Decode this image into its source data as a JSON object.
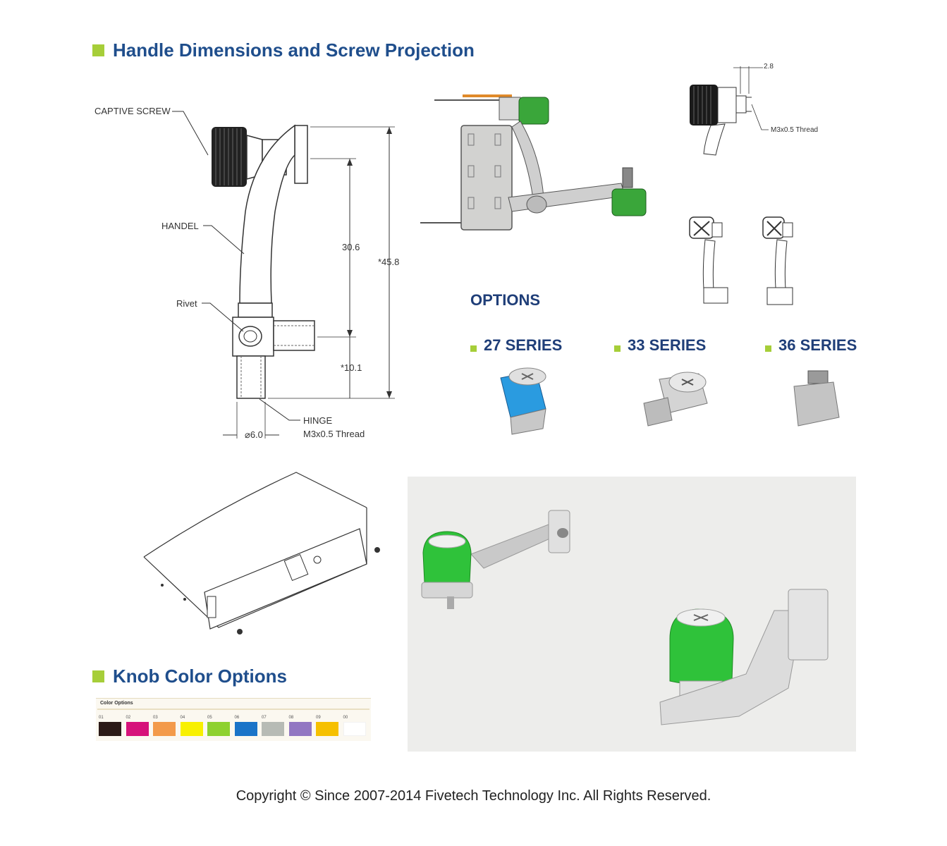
{
  "section1": {
    "title": "Handle Dimensions and Screw Projection"
  },
  "drawing": {
    "captive_screw": "CAPTIVE SCREW",
    "handel": "HANDEL",
    "rivet": "Rivet",
    "hinge": "HINGE",
    "hinge_thread": "M3x0.5 Thread",
    "dim_30_6": "30.6",
    "dim_45_8": "*45.8",
    "dim_10_1": "*10.1",
    "dim_6_0": "⌀6.0",
    "dim_2_8": "2.8",
    "thread_callout": "M3x0.5 Thread"
  },
  "options": {
    "heading": "OPTIONS",
    "series": [
      {
        "label": "27 SERIES",
        "color": "#2a9be0"
      },
      {
        "label": "33 SERIES",
        "color": "#c8c8c8"
      },
      {
        "label": "36 SERIES",
        "color": "#b8b8b8"
      }
    ]
  },
  "section2": {
    "title": "Knob Color Options"
  },
  "color_options": {
    "title": "Color Options",
    "swatches": [
      {
        "code": "01",
        "color": "#2b1a17"
      },
      {
        "code": "02",
        "color": "#d6127a"
      },
      {
        "code": "03",
        "color": "#f39a4a"
      },
      {
        "code": "04",
        "color": "#f8f000"
      },
      {
        "code": "05",
        "color": "#8ed12f"
      },
      {
        "code": "06",
        "color": "#1a74c8"
      },
      {
        "code": "07",
        "color": "#b7bbb5"
      },
      {
        "code": "08",
        "color": "#9277c2"
      },
      {
        "code": "09",
        "color": "#f6c000"
      },
      {
        "code": "00",
        "color": "#ffffff"
      }
    ]
  },
  "footer": {
    "copyright": "Copyright © Since 2007-2014 Fivetech Technology Inc. All Rights Reserved."
  }
}
